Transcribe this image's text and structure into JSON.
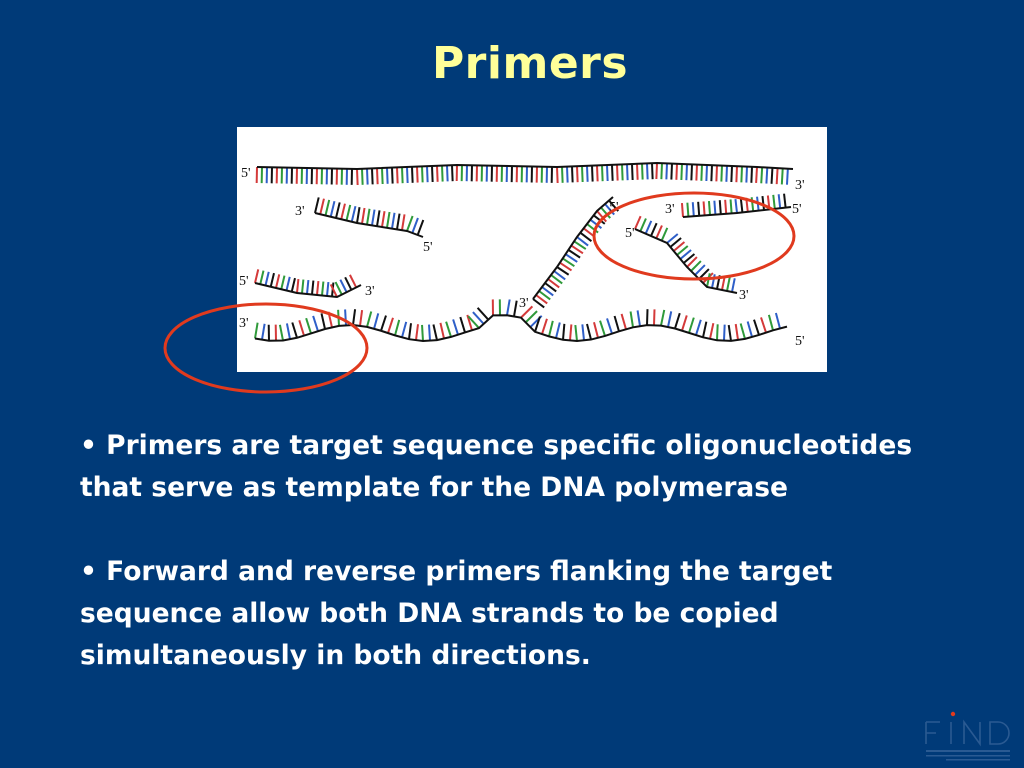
{
  "slide": {
    "title": "Primers",
    "bullets": [
      "• Primers are target sequence specific oligonucleotides that serve as template for the DNA polymerase",
      "• Forward and reverse primers flanking the target sequence  allow both DNA strands to be copied simultaneously in both directions."
    ]
  },
  "figure": {
    "labels": {
      "top_left_5": "5'",
      "top_right_3": "3'",
      "primer_left_3": "3'",
      "primer_left_5": "5'",
      "right_primer_3": "3'",
      "right_primer_5": "5'",
      "mid_top_5": "5'",
      "mid_top_3": "3'",
      "lower_left_5": "5'",
      "lower_primer_3": "3'",
      "bottom_left_3": "3'",
      "bottom_right_5": "5'",
      "diagonal_3": "3'",
      "diagonal_5": "5'"
    }
  },
  "colors": {
    "background": "#003a78",
    "title": "#ffff99",
    "text": "#ffffff",
    "circle": "#e03a1e"
  },
  "logo": {
    "text": "FIND"
  }
}
